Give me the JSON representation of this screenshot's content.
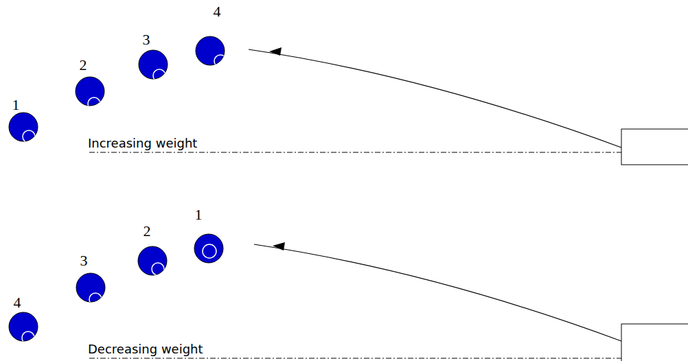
{
  "diagram": {
    "labels": [
      "4",
      "3",
      "2",
      "1",
      "Increasing weight",
      "1",
      "2",
      "3",
      "4",
      "Decreasing weight"
    ]
  }
}
